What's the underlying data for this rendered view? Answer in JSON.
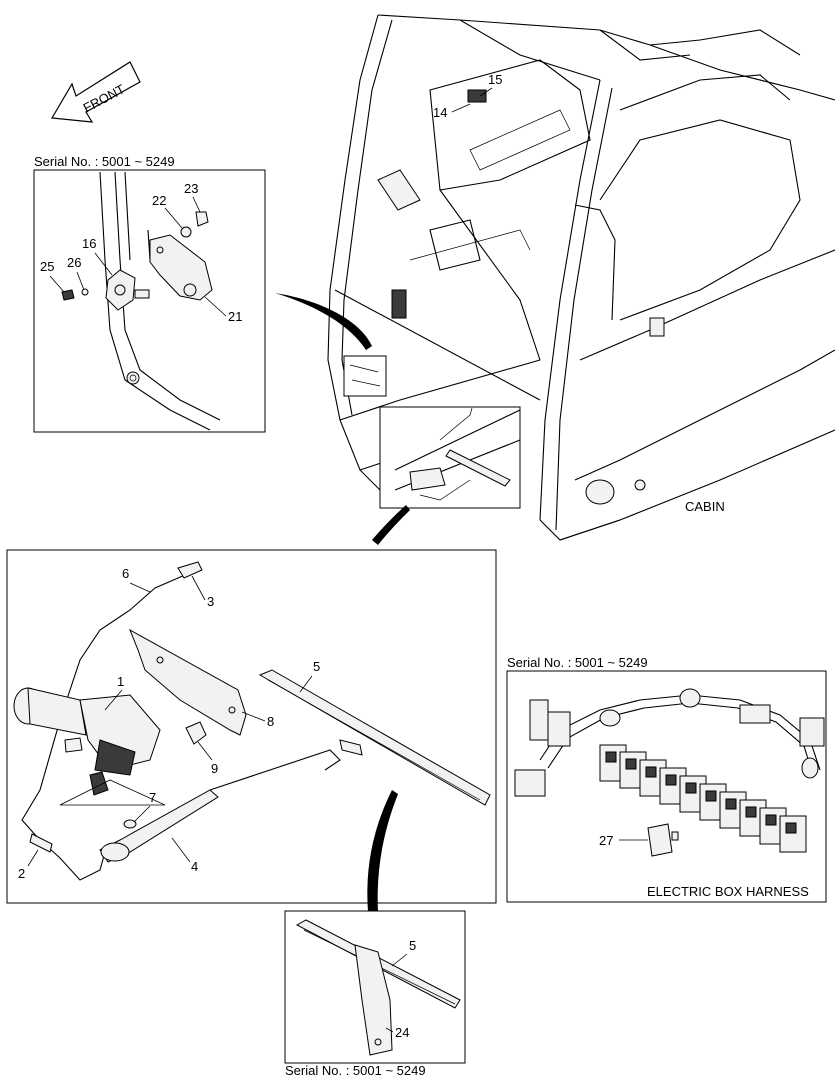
{
  "front_arrow": {
    "label": "FRONT"
  },
  "cabin_caption": "CABIN",
  "panels": {
    "mount_detail": {
      "serial": "Serial No. : 5001 ~ 5249"
    },
    "electric_box": {
      "serial": "Serial No. : 5001 ~ 5249",
      "caption": "ELECTRIC BOX HARNESS"
    },
    "wiper_blade_alt": {
      "serial": "Serial No. : 5001 ~ 5249"
    }
  },
  "callouts": {
    "c1": "1",
    "c2": "2",
    "c3": "3",
    "c4": "4",
    "c5a": "5",
    "c5b": "5",
    "c6": "6",
    "c7": "7",
    "c8": "8",
    "c9": "9",
    "c14": "14",
    "c15": "15",
    "c16": "16",
    "c21": "21",
    "c22": "22",
    "c23": "23",
    "c24": "24",
    "c25": "25",
    "c26": "26",
    "c27": "27"
  }
}
